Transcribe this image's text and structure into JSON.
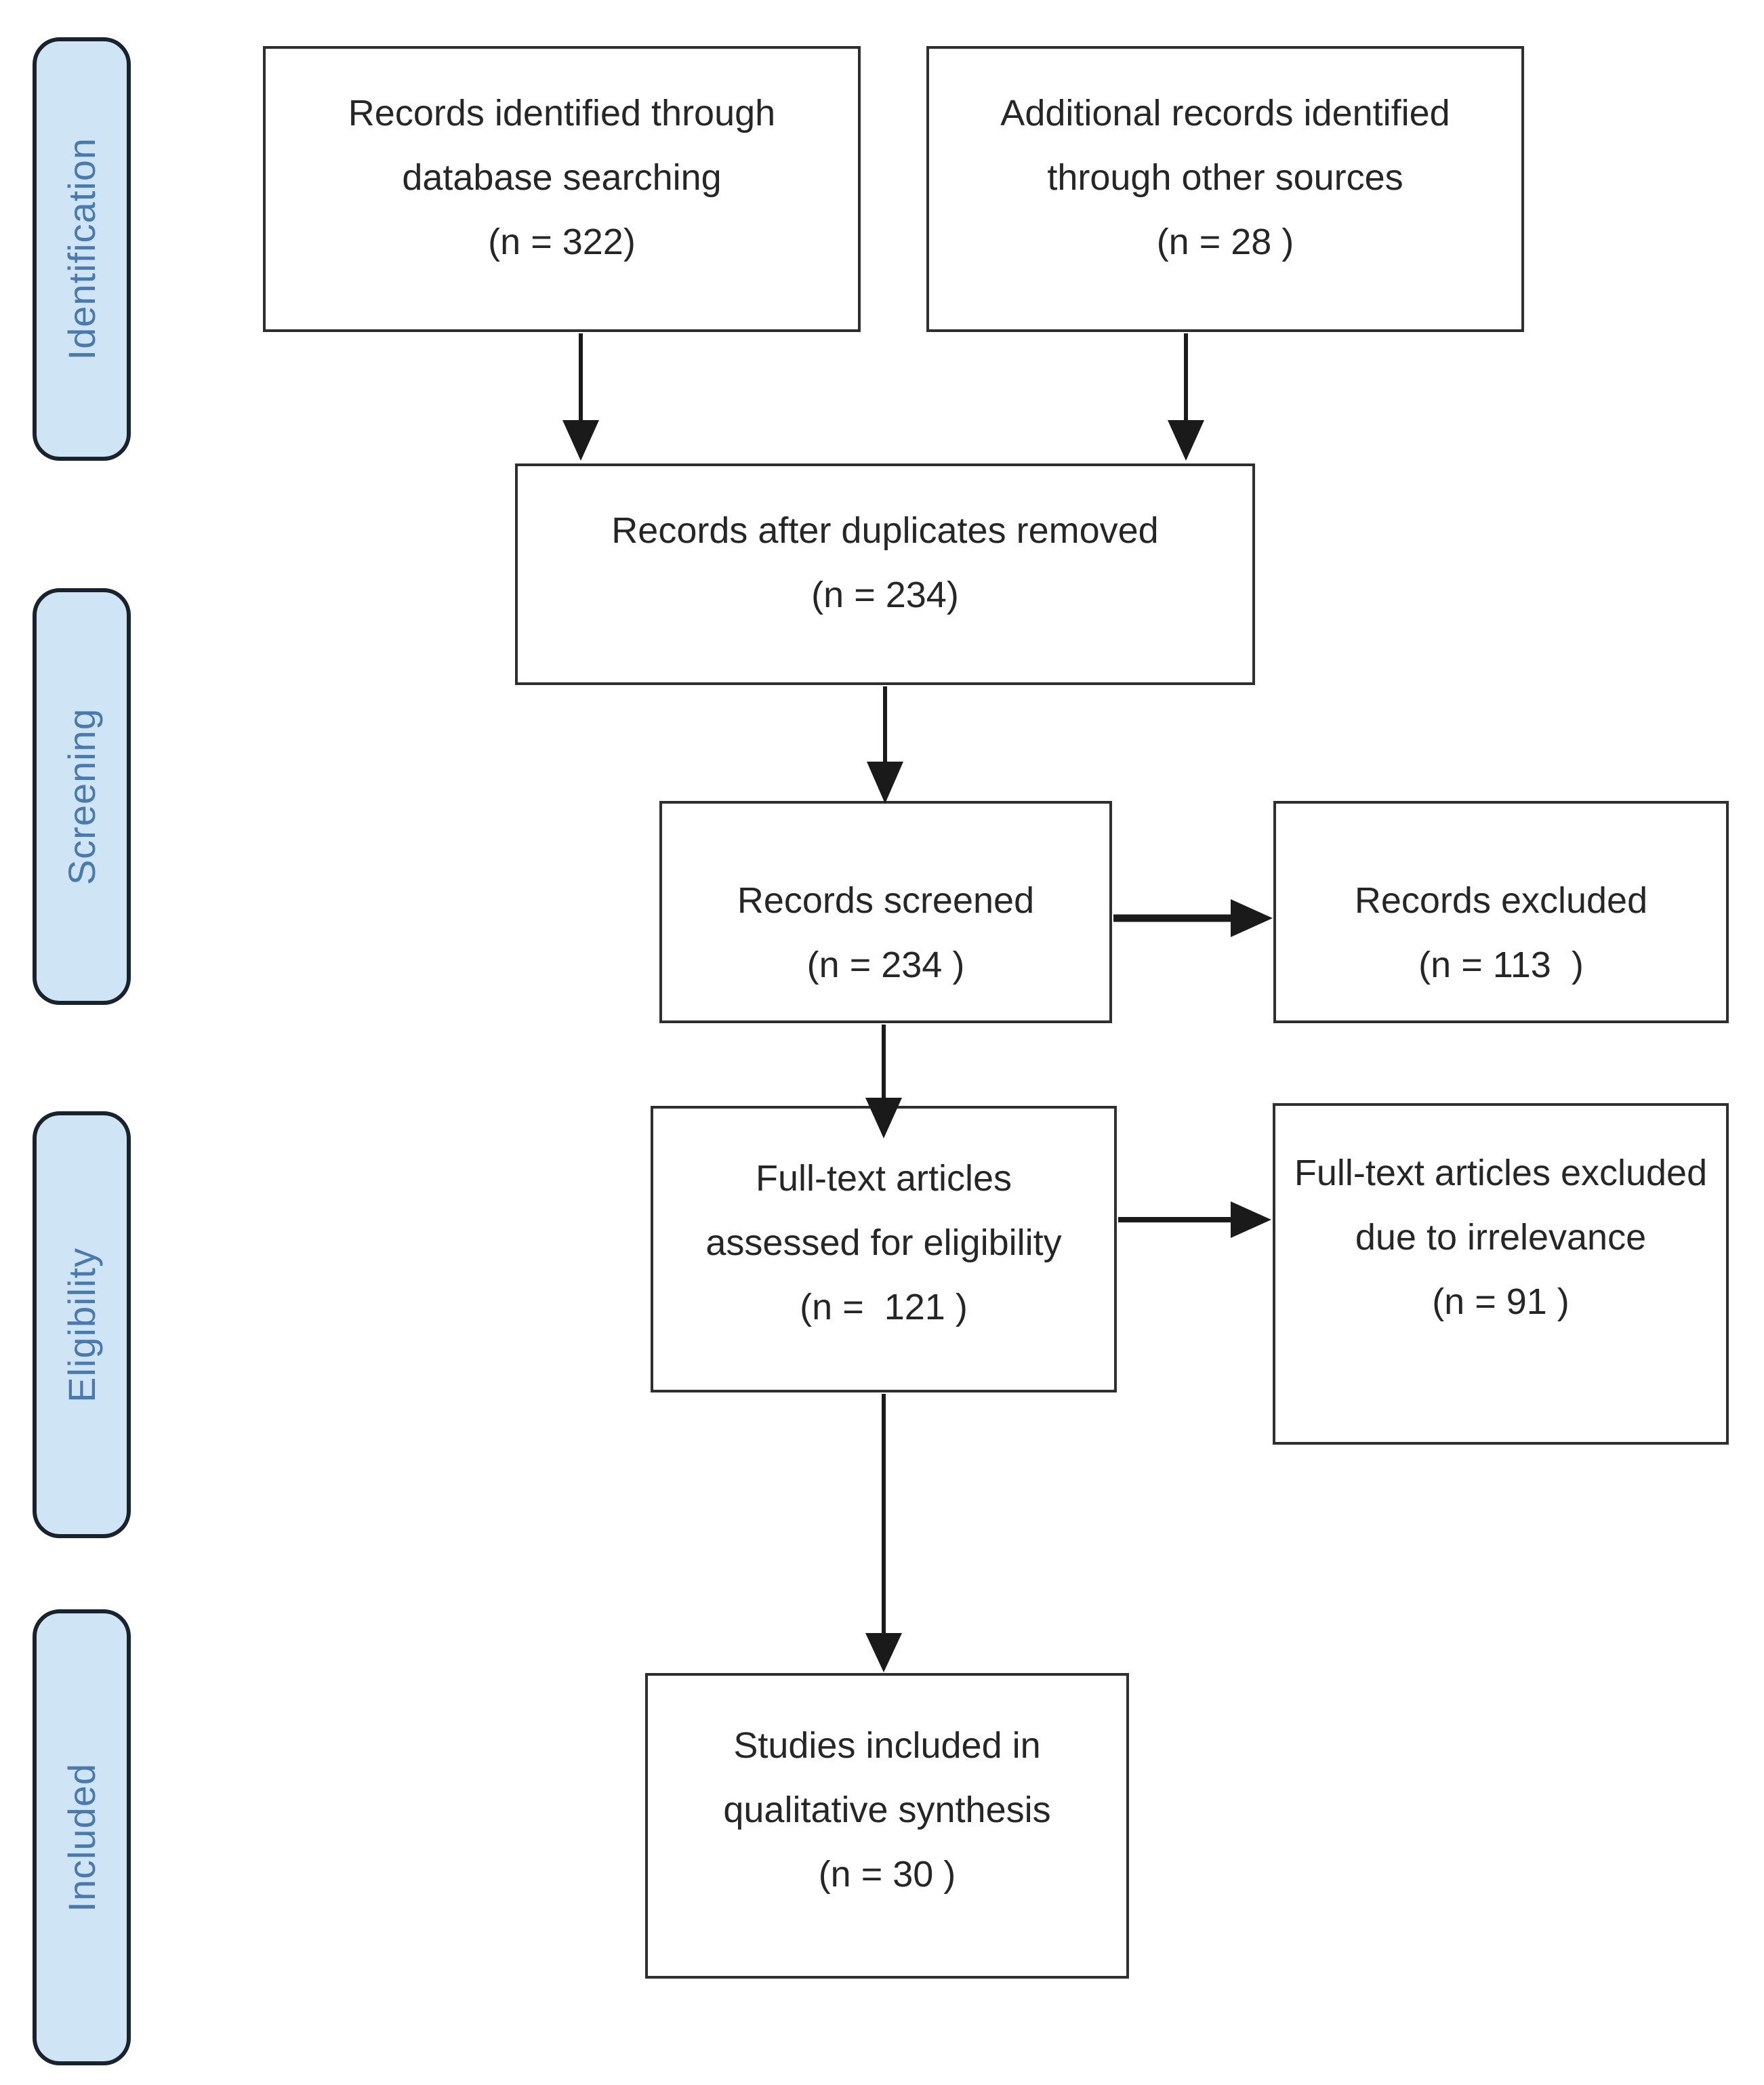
{
  "stages": [
    {
      "label": "Identification"
    },
    {
      "label": "Screening"
    },
    {
      "label": "Eligibility"
    },
    {
      "label": "Included"
    }
  ],
  "boxes": {
    "records_identified": {
      "lines": [
        "Records identified through",
        "database searching",
        "(n = 322)"
      ]
    },
    "additional_records": {
      "lines": [
        "Additional records identified",
        "through other sources",
        "(n = 28 )"
      ]
    },
    "after_duplicates": {
      "lines": [
        "Records after duplicates removed",
        "(n = 234)"
      ]
    },
    "records_screened": {
      "lines": [
        "Records screened",
        "(n = 234 )"
      ]
    },
    "records_excluded": {
      "lines": [
        "Records excluded",
        "(n = 113  )"
      ]
    },
    "fulltext_assessed": {
      "lines": [
        "Full-text articles",
        "assessed for eligibility",
        "(n =  121 )"
      ]
    },
    "fulltext_excluded": {
      "lines": [
        "Full-text articles excluded",
        "due to irrelevance",
        "(n = 91 )"
      ]
    },
    "studies_included": {
      "lines": [
        "Studies included in",
        "qualitative synthesis",
        "(n = 30 )"
      ]
    }
  },
  "colors": {
    "stage_fill": "#cfe5f6",
    "stage_border": "#18232e",
    "stage_text": "#4a79ad",
    "box_border": "#2f2f2f",
    "box_text": "#262626",
    "arrow": "#1a1a1a"
  }
}
